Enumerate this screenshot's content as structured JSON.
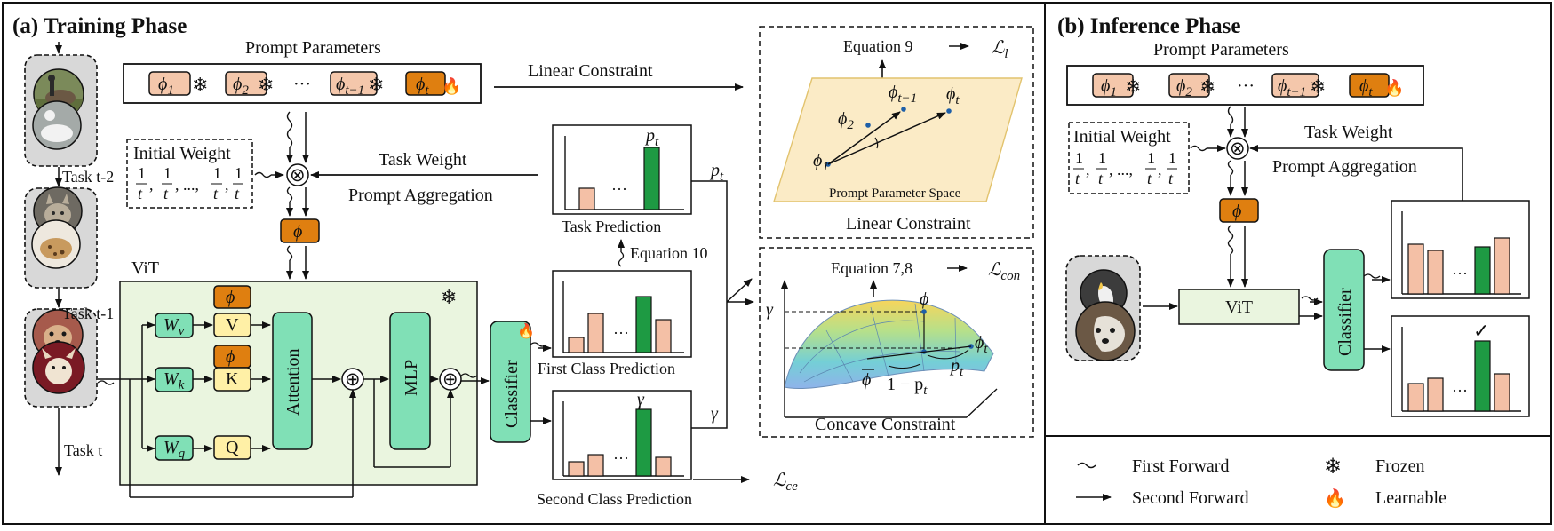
{
  "training": {
    "title": "(a) Training Phase",
    "prompt_parameters_label": "Prompt Parameters",
    "prompts": [
      {
        "sym": "ϕ",
        "sub": "1",
        "state": "frozen"
      },
      {
        "sym": "ϕ",
        "sub": "2",
        "state": "frozen"
      },
      {
        "sym": "ϕ",
        "sub": "t−1",
        "state": "frozen"
      },
      {
        "sym": "ϕ",
        "sub": "t",
        "state": "learnable"
      }
    ],
    "ellipsis": "···",
    "tasks": [
      "Task t-2",
      "Task t-1",
      "Task t"
    ],
    "initial_weight_label": "Initial Weight",
    "weight_fraction": {
      "num": "1",
      "den": "t"
    },
    "task_weight_label": "Task Weight",
    "prompt_aggregation_label": "Prompt Aggregation",
    "otimes": "⊗",
    "oplus": "⊕",
    "phi": "ϕ",
    "vit_label": "ViT",
    "weights": [
      {
        "sym": "W",
        "sub": "v"
      },
      {
        "sym": "W",
        "sub": "k"
      },
      {
        "sym": "W",
        "sub": "q"
      }
    ],
    "vkq": [
      "V",
      "K",
      "Q"
    ],
    "attention_label": "Attention",
    "mlp_label": "MLP",
    "classifier_label": "Classifier",
    "task_prediction_label": "Task Prediction",
    "first_class_prediction_label": "First Class Prediction",
    "second_class_prediction_label": "Second Class Prediction",
    "equation_10": "Equation 10",
    "p_t": {
      "sym": "p",
      "sub": "t"
    },
    "gamma": "γ",
    "loss_ce": {
      "sym": "ℒ",
      "sub": "ce"
    },
    "linear_constraint_arrow_label": "Linear Constraint",
    "linear_panel": {
      "equation_label": "Equation 9",
      "loss": {
        "sym": "ℒ",
        "sub": "l"
      },
      "space_label": "Prompt Parameter Space",
      "caption": "Linear Constraint",
      "points": [
        {
          "sym": "ϕ",
          "sub": "1"
        },
        {
          "sym": "ϕ",
          "sub": "2"
        },
        {
          "sym": "ϕ",
          "sub": "t−1"
        },
        {
          "sym": "ϕ",
          "sub": "t"
        }
      ]
    },
    "concave_panel": {
      "equation_label": "Equation 7,8",
      "loss": {
        "sym": "ℒ",
        "sub": "con"
      },
      "caption": "Concave Constraint",
      "gamma": "γ",
      "phi": "ϕ",
      "phi_t": {
        "sym": "ϕ",
        "sub": "t"
      },
      "phi_bar": "ϕ",
      "one_minus_pt": "1 − p",
      "one_minus_pt_sub": "t",
      "pt": {
        "sym": "p",
        "sub": "t"
      }
    }
  },
  "inference": {
    "title": "(b) Inference Phase",
    "prompt_parameters_label": "Prompt Parameters",
    "initial_weight_label": "Initial Weight",
    "task_weight_label": "Task Weight",
    "prompt_aggregation_label": "Prompt Aggregation",
    "vit_label": "ViT",
    "classifier_label": "Classifier",
    "checkmark": "✓"
  },
  "legend": {
    "first_forward": "First Forward",
    "second_forward": "Second Forward",
    "frozen": "Frozen",
    "learnable": "Learnable"
  },
  "colors": {
    "prompt_frozen": "#f4c7ab",
    "prompt_learnable": "#df7f10",
    "vit_bg": "#eaf5df",
    "teal": "#80e0b6",
    "yellow": "#fff0a6",
    "bar_peach": "#f4c0a6",
    "bar_green": "#1e9a43",
    "plane": "#fbebc6",
    "snowflake": "#3a78c9",
    "flame": "#e8342a"
  }
}
